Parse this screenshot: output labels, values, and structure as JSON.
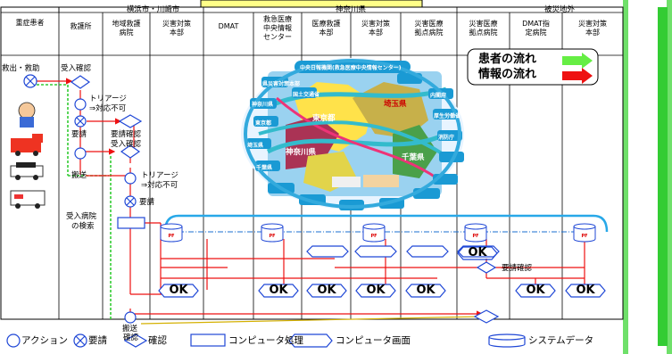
{
  "title": "",
  "groups": {
    "yokohama": "横浜市・川崎市",
    "kanagawa": "神奈川県",
    "disaster": "被災地外"
  },
  "columns": {
    "patient": "重症患者",
    "rescue": "救護所",
    "regional_hospital_1": "地域救護",
    "regional_hospital_2": "病院",
    "disaster_hq_a_1": "災害対策",
    "disaster_hq_a_2": "本部",
    "dmat": "DMAT",
    "emergency_center_1": "救急医療",
    "emergency_center_2": "中央情報",
    "emergency_center_3": "センター",
    "medical_rescue_1": "医療救護",
    "medical_rescue_2": "本部",
    "disaster_hq_b_1": "災害対策",
    "disaster_hq_b_2": "本部",
    "base_hospital_1": "災害医療",
    "base_hospital_2": "拠点病院",
    "ext_base_hospital_1": "災害医療",
    "ext_base_hospital_2": "拠点病院",
    "dmat_designated_1": "DMAT指",
    "dmat_designated_2": "定病院",
    "disaster_hq_c_1": "災害対策",
    "disaster_hq_c_2": "本部"
  },
  "flow_legend": {
    "patient_flow": "患者の流れ",
    "info_flow": "情報の流れ",
    "patient_color": "#33cc33",
    "info_color": "#ee1111"
  },
  "steps": {
    "rescue": "救出・救助",
    "accept_confirm_1": "受入確認",
    "triage_1a": "トリアージ",
    "triage_1b": "⇒対応不可",
    "request_1": "要請",
    "request_confirm_1": "要請確認",
    "accept_confirm_2": "受入確認",
    "transport_1": "搬送",
    "triage_2a": "トリアージ",
    "triage_2b": "⇒対応不可",
    "request_2": "要請",
    "hospital_search_1": "受入病院",
    "hospital_search_2": "の検索",
    "request_confirm_2": "要請確認",
    "transport_2": "搬送",
    "confirm": "確認"
  },
  "network": {
    "hub_title": "中央日報機関(救急医療中央情報センター)",
    "nodes": [
      "県災害対策本部",
      "国土交通省",
      "内閣府",
      "厚生労働省",
      "消防庁",
      "神奈川県",
      "東京都",
      "埼玉県",
      "千葉県"
    ],
    "prefectures": [
      "東京都",
      "神奈川県",
      "埼玉県",
      "千葉県"
    ]
  },
  "pf_label": "PF",
  "ok_label": "OK",
  "legend": {
    "action": "アクション",
    "request": "要請",
    "confirm": "確認",
    "computer_processing": "コンピュータ処理",
    "computer_screen": "コンピュータ画面",
    "system_data": "システムデータ"
  }
}
